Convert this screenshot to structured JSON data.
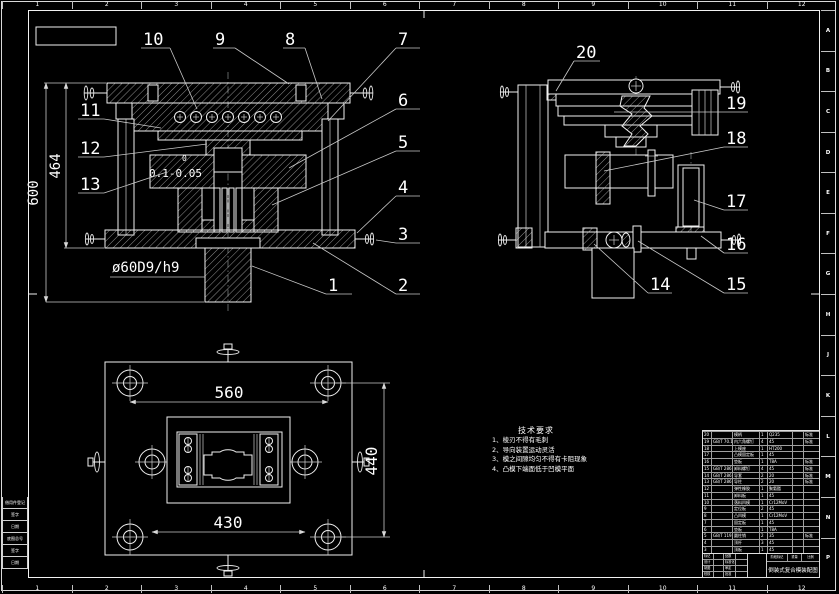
{
  "zones": {
    "cols": [
      "1",
      "2",
      "3",
      "4",
      "5",
      "6",
      "7",
      "8",
      "9",
      "10",
      "11",
      "12"
    ],
    "rows": [
      "A",
      "B",
      "C",
      "D",
      "E",
      "F",
      "G",
      "H",
      "J",
      "K",
      "L",
      "M",
      "N",
      "P"
    ]
  },
  "front_view": {
    "labels": [
      "1",
      "2",
      "3",
      "4",
      "5",
      "6",
      "7",
      "8",
      "9",
      "10",
      "11",
      "12",
      "13"
    ],
    "dims": {
      "total_height": "600",
      "sub_height": "464",
      "shank": "ø60D9/h9",
      "gap_sup": "0",
      "gap": "0.1-0.05"
    }
  },
  "side_view": {
    "labels": [
      "14",
      "15",
      "16",
      "17",
      "18",
      "19",
      "20"
    ]
  },
  "plan_view": {
    "dims": {
      "bolt_span": "560",
      "inner_span": "430",
      "vertical_span": "440"
    }
  },
  "notes": {
    "title": "技术要求",
    "items": [
      "1、棱刃不得有毛刺",
      "2、导向装置运动灵活",
      "3、模之间隙均匀不得有卡阻现象",
      "4、凸模下端面低于凹模平面"
    ]
  },
  "bom": {
    "headers": [
      "序号",
      "代 号",
      "名 称",
      "数量",
      "材 料",
      "重量",
      "备 注"
    ],
    "rows": [
      {
        "no": "20",
        "code": "",
        "name": "模柄",
        "qty": "1",
        "material": "Q235",
        "weight": "",
        "remark": "标准"
      },
      {
        "no": "19",
        "code": "GB/T 70.1",
        "name": "内六角螺钉",
        "qty": "4",
        "material": "45",
        "weight": "",
        "remark": "标准"
      },
      {
        "no": "18",
        "code": "",
        "name": "上模座",
        "qty": "1",
        "material": "HT200",
        "weight": "",
        "remark": ""
      },
      {
        "no": "17",
        "code": "",
        "name": "凸模固定板",
        "qty": "1",
        "material": "45",
        "weight": "",
        "remark": ""
      },
      {
        "no": "16",
        "code": "",
        "name": "垫板",
        "qty": "1",
        "material": "T8A",
        "weight": "",
        "remark": "标准"
      },
      {
        "no": "15",
        "code": "GB/T 2867",
        "name": "卸料螺钉",
        "qty": "4",
        "material": "45",
        "weight": "",
        "remark": "标准"
      },
      {
        "no": "14",
        "code": "GB/T 2861",
        "name": "导套",
        "qty": "2",
        "material": "20",
        "weight": "",
        "remark": "标准"
      },
      {
        "no": "13",
        "code": "GB/T 2861",
        "name": "导柱",
        "qty": "2",
        "material": "20",
        "weight": "",
        "remark": "标准"
      },
      {
        "no": "12",
        "code": "",
        "name": "弹性橡胶",
        "qty": "1",
        "material": "聚氨酯",
        "weight": "",
        "remark": ""
      },
      {
        "no": "11",
        "code": "",
        "name": "卸料板",
        "qty": "1",
        "material": "45",
        "weight": "",
        "remark": ""
      },
      {
        "no": "10",
        "code": "",
        "name": "落料凹模",
        "qty": "1",
        "material": "Cr12MoV",
        "weight": "",
        "remark": ""
      },
      {
        "no": "9",
        "code": "",
        "name": "定位板",
        "qty": "2",
        "material": "45",
        "weight": "",
        "remark": ""
      },
      {
        "no": "8",
        "code": "",
        "name": "凸凹模",
        "qty": "1",
        "material": "Cr12MoV",
        "weight": "",
        "remark": ""
      },
      {
        "no": "7",
        "code": "",
        "name": "固定板",
        "qty": "1",
        "material": "45",
        "weight": "",
        "remark": ""
      },
      {
        "no": "6",
        "code": "",
        "name": "垫板",
        "qty": "1",
        "material": "T8A",
        "weight": "",
        "remark": ""
      },
      {
        "no": "5",
        "code": "GB/T 119.2",
        "name": "圆柱销",
        "qty": "2",
        "material": "35",
        "weight": "",
        "remark": "标准"
      },
      {
        "no": "4",
        "code": "",
        "name": "顶杆",
        "qty": "3",
        "material": "45",
        "weight": "",
        "remark": ""
      },
      {
        "no": "3",
        "code": "",
        "name": "顶板",
        "qty": "1",
        "material": "45",
        "weight": "",
        "remark": ""
      },
      {
        "no": "2",
        "code": "GB/T 65",
        "name": "螺钉",
        "qty": "6",
        "material": "45",
        "weight": "",
        "remark": "标准"
      },
      {
        "no": "1",
        "code": "",
        "name": "下模座",
        "qty": "1",
        "material": "HT200",
        "weight": "",
        "remark": ""
      }
    ]
  },
  "title_block": {
    "row_labels_a": [
      "标记",
      "设计",
      "制图",
      "校核"
    ],
    "row_labels_b": [
      "处数",
      "标准化",
      "审定",
      "批准"
    ],
    "stage_label": "阶段标记",
    "weight_label": "重量",
    "scale_label": "比例",
    "title": "倒装式复合模装配图"
  },
  "margin_blocks": [
    "借用件登记",
    "签字",
    "日期",
    "底图总号",
    "签字",
    "日期"
  ]
}
